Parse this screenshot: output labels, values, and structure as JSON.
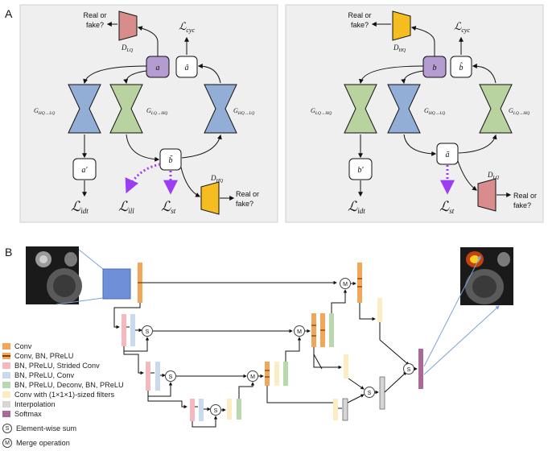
{
  "panel_a": {
    "label": "A",
    "left": {
      "real_fake": "Real or\nfake?",
      "real_fake_bottom": "Real or\nfake?",
      "disc_top": "D_LQ",
      "disc_bottom": "D_HQ",
      "node_a": "a",
      "node_a_hat": "â",
      "node_a_prime": "a'",
      "node_b_tilde": "b̃",
      "gen1": "G_HQ→LQ",
      "gen2": "G_LQ→HQ",
      "gen3": "G_HQ→LQ",
      "loss_cyc": "ℒ_cyc",
      "loss_idt": "ℒ_idt",
      "loss_ill": "ℒ_ill",
      "loss_st": "ℒ_st"
    },
    "right": {
      "real_fake": "Real or\nfake?",
      "real_fake_bottom": "Real or\nfake?",
      "disc_top": "D_HQ",
      "disc_bottom": "D_LQ",
      "node_b": "b",
      "node_b_hat": "b̂",
      "node_b_prime": "b'",
      "node_a_tilde": "ã",
      "gen1": "G_LQ→HQ",
      "gen2": "G_HQ→LQ",
      "gen3": "G_LQ→HQ",
      "loss_cyc": "ℒ_cyc",
      "loss_idt": "ℒ_idt",
      "loss_st": "ℒ_st"
    }
  },
  "panel_b": {
    "label": "B",
    "sum_symbol": "S",
    "merge_symbol": "M",
    "legend": [
      {
        "label": "Conv",
        "color": "#f2a65a",
        "bars": false
      },
      {
        "label": "Conv, BN, PReLU",
        "color": "#f2a65a",
        "bars": true
      },
      {
        "label": "BN, PReLU, Strided Conv",
        "color": "#f4b8bd",
        "bars": false
      },
      {
        "label": "BN, PReLU, Conv",
        "color": "#c8d9f0",
        "bars": false
      },
      {
        "label": "BN, PReLU, Deconv, BN, PReLU",
        "color": "#b8d9ae",
        "bars": false
      },
      {
        "label": "Conv with (1×1×1)-sized filters",
        "color": "#fbecc4",
        "bars": false
      },
      {
        "label": "Interpolation",
        "color": "#d6d6d6",
        "bars": false
      },
      {
        "label": "Softmax",
        "color": "#a8699b",
        "bars": false
      }
    ],
    "legend_sum": "Element-wise sum",
    "legend_merge": "Merge operation"
  },
  "colors": {
    "blue_gen": "#93aed6",
    "green_gen": "#b9d3a0",
    "disc_red": "#d98c8c",
    "disc_yellow": "#f5bd1f",
    "node_purple": "#b49bd0",
    "dotted_purple": "#9b3df0",
    "panel_bg": "#efefef"
  }
}
